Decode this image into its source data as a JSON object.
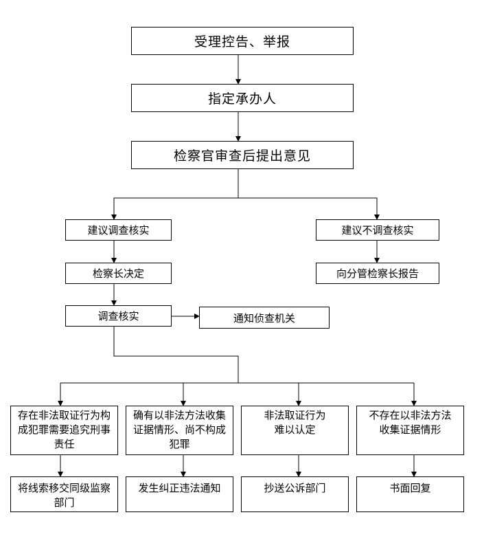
{
  "boxes": {
    "receive": "受理控告、举报",
    "assign": "指定承办人",
    "prosecutor_review": "检察官审查后提出意见",
    "suggest_investigate": "建议调查核实",
    "suggest_no_investigate": "建议不调查核实",
    "chief_decide": "检察长决定",
    "report_to_deputy": "向分管检察长报告",
    "investigate": "调查核实",
    "notify_agency": "通知侦查机关",
    "outcome_crime": "存在非法取证行为构成犯罪需要追究刑事责任",
    "outcome_illegal_method": "确有以非法方法收集证据情形、尚不构成犯罪",
    "outcome_hard_to_determine": "非法取证行为难以认定",
    "outcome_none": "不存在以非法方法收集证据情形",
    "action_transfer": "将线索移交同级监察部门",
    "action_notice": "发生纠正违法通知",
    "action_copy": "抄送公诉部门",
    "action_written_reply": "书面回复"
  }
}
